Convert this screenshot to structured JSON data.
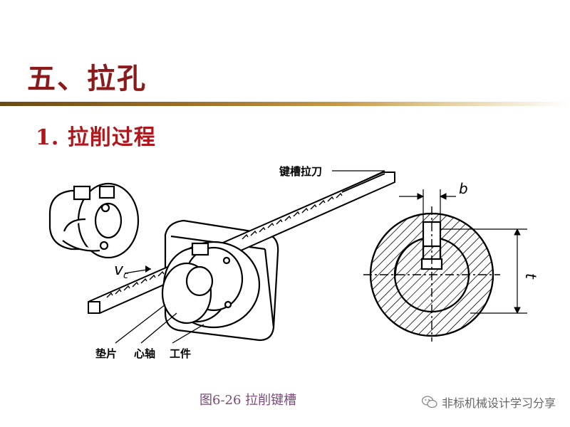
{
  "slide": {
    "title": "五、拉孔",
    "subtitle": "1. 拉削过程"
  },
  "figure": {
    "caption": "图6-26  拉削键槽",
    "labels": {
      "broach": "键槽拉刀",
      "speed": "v",
      "speed_subscript": "c",
      "shim": "垫片",
      "mandrel": "心轴",
      "workpiece": "工件",
      "dim_b": "b",
      "dim_t": "t"
    }
  },
  "watermark": {
    "text": "非标机械设计学习分享",
    "icon": "wechat-icon"
  },
  "colors": {
    "title": "#8b1a1a",
    "subtitle": "#b0161b",
    "caption": "#7a4a78"
  }
}
